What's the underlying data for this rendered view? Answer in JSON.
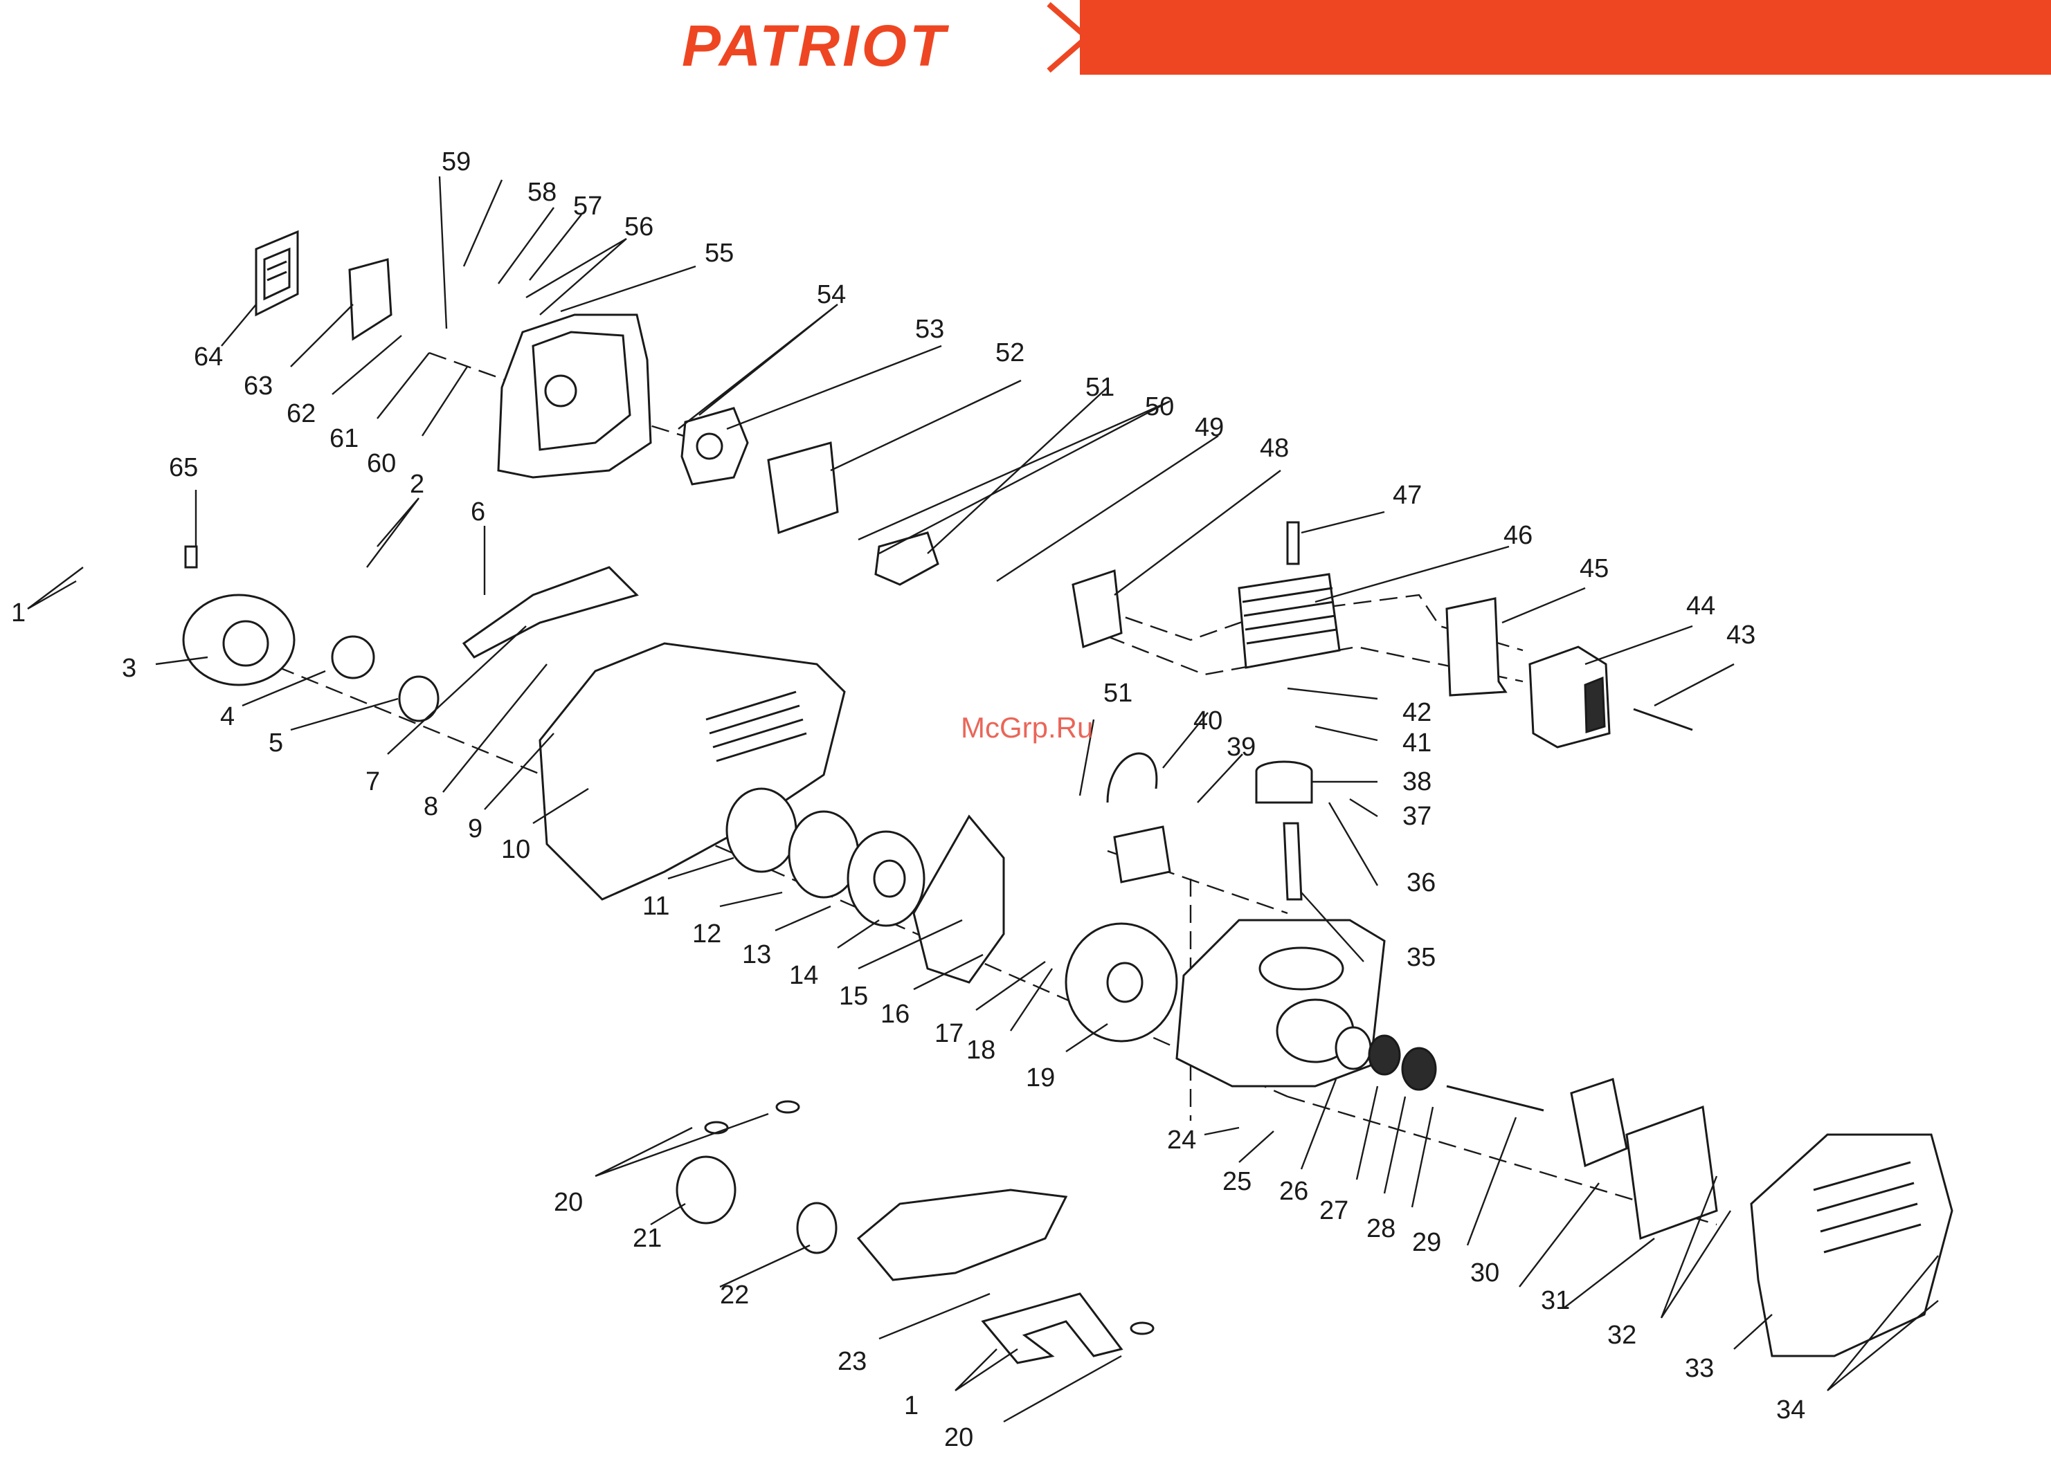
{
  "brand": {
    "logo_text": "PATRIOT",
    "accent_color": "#ee4622"
  },
  "watermark": "McGrp.Ru",
  "labels": {
    "1a": "1",
    "1b": "1",
    "2": "2",
    "3": "3",
    "4": "4",
    "5": "5",
    "6": "6",
    "7": "7",
    "8": "8",
    "9": "9",
    "10": "10",
    "11": "11",
    "12": "12",
    "13": "13",
    "14": "14",
    "15": "15",
    "16": "16",
    "17": "17",
    "18": "18",
    "19": "19",
    "20a": "20",
    "20b": "20",
    "21": "21",
    "22": "22",
    "23": "23",
    "24": "24",
    "25": "25",
    "26": "26",
    "27": "27",
    "28": "28",
    "29": "29",
    "30": "30",
    "31": "31",
    "32": "32",
    "33": "33",
    "34": "34",
    "35": "35",
    "36": "36",
    "37": "37",
    "38": "38",
    "39": "39",
    "40": "40",
    "41": "41",
    "42": "42",
    "43": "43",
    "44": "44",
    "45": "45",
    "46": "46",
    "47": "47",
    "48": "48",
    "49": "49",
    "50": "50",
    "51a": "51",
    "51b": "51",
    "52": "52",
    "53": "53",
    "54": "54",
    "55": "55",
    "56": "56",
    "57": "57",
    "58": "58",
    "59": "59",
    "60": "60",
    "61": "61",
    "62": "62",
    "63": "63",
    "64": "64",
    "65": "65"
  }
}
